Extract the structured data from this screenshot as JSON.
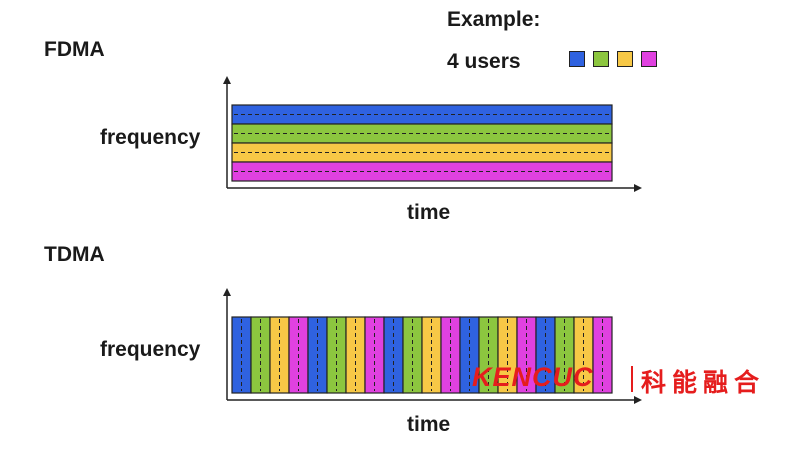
{
  "fdma": {
    "title": "FDMA",
    "ylabel": "frequency",
    "xlabel": "time"
  },
  "tdma": {
    "title": "TDMA",
    "ylabel": "frequency",
    "xlabel": "time"
  },
  "legend": {
    "heading": "Example:",
    "caption": "4 users",
    "colors": [
      "#2f62e0",
      "#8cc63f",
      "#f7c846",
      "#e041e0"
    ]
  },
  "users": [
    {
      "color": "#2f62e0"
    },
    {
      "color": "#8cc63f"
    },
    {
      "color": "#f7c846"
    },
    {
      "color": "#e041e0"
    }
  ],
  "tdma_slot_count": 20,
  "watermark": {
    "latin": "KENCUC",
    "cn": "科能融合"
  }
}
